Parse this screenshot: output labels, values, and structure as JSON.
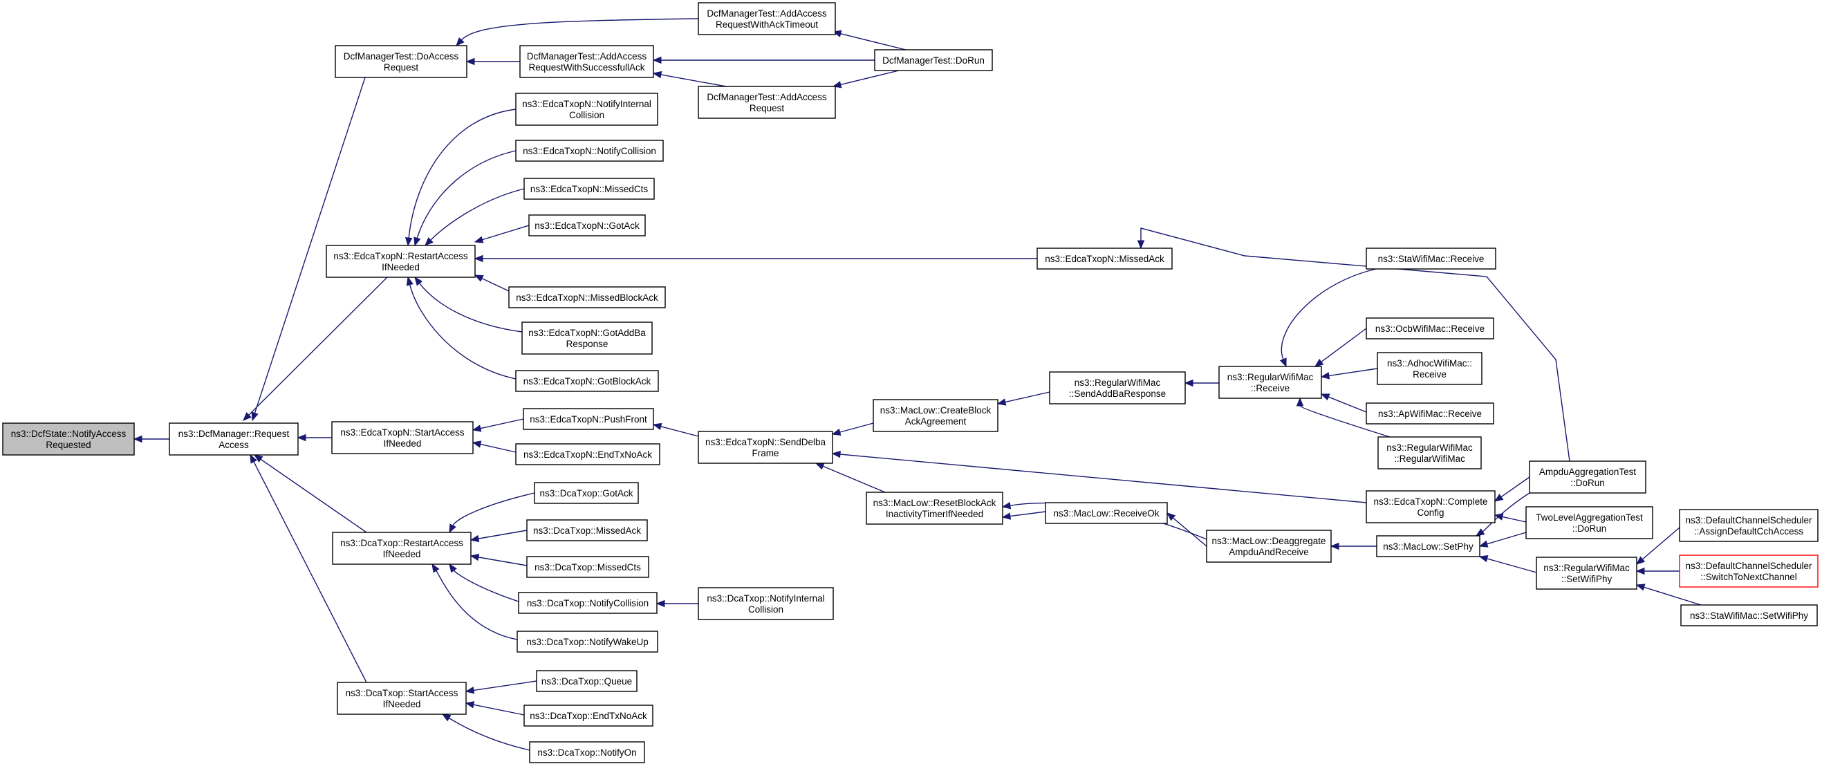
{
  "diagram": {
    "type": "call-graph",
    "colors": {
      "edge": "#191970",
      "root_fill": "#bfbfbf",
      "highlight_border": "#ff0000",
      "border": "#000000"
    },
    "nodes": [
      {
        "id": "root",
        "lines": [
          "ns3::DcfState::NotifyAccess",
          "Requested"
        ],
        "style": "root"
      },
      {
        "id": "dcfreq",
        "lines": [
          "ns3::DcfManager::Request",
          "Access"
        ]
      },
      {
        "id": "tdoacc",
        "lines": [
          "DcfManagerTest::DoAccess",
          "Request"
        ]
      },
      {
        "id": "tacctimeout",
        "lines": [
          "DcfManagerTest::AddAccess",
          "RequestWithAckTimeout"
        ]
      },
      {
        "id": "taccsucc",
        "lines": [
          "DcfManagerTest::AddAccess",
          "RequestWithSuccessfullAck"
        ]
      },
      {
        "id": "taccreq",
        "lines": [
          "DcfManagerTest::AddAccess",
          "Request"
        ]
      },
      {
        "id": "tdorun",
        "lines": [
          "DcfManagerTest::DoRun"
        ]
      },
      {
        "id": "ernotint",
        "lines": [
          "ns3::EdcaTxopN::NotifyInternal",
          "Collision"
        ]
      },
      {
        "id": "ernotcol",
        "lines": [
          "ns3::EdcaTxopN::NotifyCollision"
        ]
      },
      {
        "id": "ermisscts",
        "lines": [
          "ns3::EdcaTxopN::MissedCts"
        ]
      },
      {
        "id": "ergotack",
        "lines": [
          "ns3::EdcaTxopN::GotAck"
        ]
      },
      {
        "id": "erestart",
        "lines": [
          "ns3::EdcaTxopN::RestartAccess",
          "IfNeeded"
        ]
      },
      {
        "id": "ermissack",
        "lines": [
          "ns3::EdcaTxopN::MissedAck"
        ]
      },
      {
        "id": "ermissblock",
        "lines": [
          "ns3::EdcaTxopN::MissedBlockAck"
        ]
      },
      {
        "id": "ergotaddba",
        "lines": [
          "ns3::EdcaTxopN::GotAddBa",
          "Response"
        ]
      },
      {
        "id": "ergotblock",
        "lines": [
          "ns3::EdcaTxopN::GotBlockAck"
        ]
      },
      {
        "id": "estart",
        "lines": [
          "ns3::EdcaTxopN::StartAccess",
          "IfNeeded"
        ]
      },
      {
        "id": "epushfront",
        "lines": [
          "ns3::EdcaTxopN::PushFront"
        ]
      },
      {
        "id": "eendtx",
        "lines": [
          "ns3::EdcaTxopN::EndTxNoAck"
        ]
      },
      {
        "id": "esenddelba",
        "lines": [
          "ns3::EdcaTxopN::SendDelba",
          "Frame"
        ]
      },
      {
        "id": "mcreateblock",
        "lines": [
          "ns3::MacLow::CreateBlock",
          "AckAgreement"
        ]
      },
      {
        "id": "rsendaddba",
        "lines": [
          "ns3::RegularWifiMac",
          "::SendAddBaResponse"
        ]
      },
      {
        "id": "rreceive",
        "lines": [
          "ns3::RegularWifiMac",
          "::Receive"
        ]
      },
      {
        "id": "starecv",
        "lines": [
          "ns3::StaWifiMac::Receive"
        ]
      },
      {
        "id": "ocbrecv",
        "lines": [
          "ns3::OcbWifiMac::Receive"
        ]
      },
      {
        "id": "adhocrecv",
        "lines": [
          "ns3::AdhocWifiMac::",
          "Receive"
        ]
      },
      {
        "id": "aprecv",
        "lines": [
          "ns3::ApWifiMac::Receive"
        ]
      },
      {
        "id": "rctor",
        "lines": [
          "ns3::RegularWifiMac",
          "::RegularWifiMac"
        ]
      },
      {
        "id": "mresetblock",
        "lines": [
          "ns3::MacLow::ResetBlockAck",
          "InactivityTimerIfNeeded"
        ]
      },
      {
        "id": "ecomplete",
        "lines": [
          "ns3::EdcaTxopN::Complete",
          "Config"
        ]
      },
      {
        "id": "ampdurun",
        "lines": [
          "AmpduAggregationTest",
          "::DoRun"
        ]
      },
      {
        "id": "twolevelrun",
        "lines": [
          "TwoLevelAggregationTest",
          "::DoRun"
        ]
      },
      {
        "id": "mreceiveok",
        "lines": [
          "ns3::MacLow::ReceiveOk"
        ]
      },
      {
        "id": "mdeagg",
        "lines": [
          "ns3::MacLow::Deaggregate",
          "AmpduAndReceive"
        ]
      },
      {
        "id": "msetphy",
        "lines": [
          "ns3::MacLow::SetPhy"
        ]
      },
      {
        "id": "rsetphy",
        "lines": [
          "ns3::RegularWifiMac",
          "::SetWifiPhy"
        ]
      },
      {
        "id": "dassign",
        "lines": [
          "ns3::DefaultChannelScheduler",
          "::AssignDefaultCchAccess"
        ]
      },
      {
        "id": "dswitch",
        "lines": [
          "ns3::DefaultChannelScheduler",
          "::SwitchToNextChannel"
        ],
        "style": "red"
      },
      {
        "id": "stasetphy",
        "lines": [
          "ns3::StaWifiMac::SetWifiPhy"
        ]
      },
      {
        "id": "drestart",
        "lines": [
          "ns3::DcaTxop::RestartAccess",
          "IfNeeded"
        ]
      },
      {
        "id": "dgotack",
        "lines": [
          "ns3::DcaTxop::GotAck"
        ]
      },
      {
        "id": "dmissack",
        "lines": [
          "ns3::DcaTxop::MissedAck"
        ]
      },
      {
        "id": "dmisscts",
        "lines": [
          "ns3::DcaTxop::MissedCts"
        ]
      },
      {
        "id": "dnotcol",
        "lines": [
          "ns3::DcaTxop::NotifyCollision"
        ]
      },
      {
        "id": "dnotint",
        "lines": [
          "ns3::DcaTxop::NotifyInternal",
          "Collision"
        ]
      },
      {
        "id": "dwake",
        "lines": [
          "ns3::DcaTxop::NotifyWakeUp"
        ]
      },
      {
        "id": "dstart",
        "lines": [
          "ns3::DcaTxop::StartAccess",
          "IfNeeded"
        ]
      },
      {
        "id": "dqueue",
        "lines": [
          "ns3::DcaTxop::Queue"
        ]
      },
      {
        "id": "dendtx",
        "lines": [
          "ns3::DcaTxop::EndTxNoAck"
        ]
      },
      {
        "id": "dnotifyon",
        "lines": [
          "ns3::DcaTxop::NotifyOn"
        ]
      }
    ],
    "edges": [
      [
        "dcfreq",
        "root"
      ],
      [
        "tdoacc",
        "dcfreq"
      ],
      [
        "erestart",
        "dcfreq"
      ],
      [
        "estart",
        "dcfreq"
      ],
      [
        "drestart",
        "dcfreq"
      ],
      [
        "dstart",
        "dcfreq"
      ],
      [
        "tacctimeout",
        "tdoacc"
      ],
      [
        "taccsucc",
        "tdoacc"
      ],
      [
        "tdorun",
        "tacctimeout"
      ],
      [
        "tdorun",
        "taccsucc"
      ],
      [
        "taccreq",
        "taccsucc"
      ],
      [
        "tdorun",
        "taccreq"
      ],
      [
        "ernotint",
        "erestart"
      ],
      [
        "ernotcol",
        "erestart"
      ],
      [
        "ermisscts",
        "erestart"
      ],
      [
        "ergotack",
        "erestart"
      ],
      [
        "ermissack",
        "erestart"
      ],
      [
        "ermissblock",
        "erestart"
      ],
      [
        "ergotaddba",
        "erestart"
      ],
      [
        "ergotblock",
        "erestart"
      ],
      [
        "ampdurun",
        "ermissack"
      ],
      [
        "epushfront",
        "estart"
      ],
      [
        "eendtx",
        "estart"
      ],
      [
        "esenddelba",
        "epushfront"
      ],
      [
        "mcreateblock",
        "esenddelba"
      ],
      [
        "mresetblock",
        "esenddelba"
      ],
      [
        "ecomplete",
        "esenddelba"
      ],
      [
        "rsendaddba",
        "mcreateblock"
      ],
      [
        "rreceive",
        "rsendaddba"
      ],
      [
        "starecv",
        "rreceive"
      ],
      [
        "ocbrecv",
        "rreceive"
      ],
      [
        "adhocrecv",
        "rreceive"
      ],
      [
        "aprecv",
        "rreceive"
      ],
      [
        "rctor",
        "rreceive"
      ],
      [
        "ampdurun",
        "ecomplete"
      ],
      [
        "twolevelrun",
        "ecomplete"
      ],
      [
        "mreceiveok",
        "mresetblock"
      ],
      [
        "mdeagg",
        "mresetblock"
      ],
      [
        "mdeagg",
        "mreceiveok"
      ],
      [
        "msetphy",
        "mdeagg"
      ],
      [
        "ampdurun",
        "msetphy"
      ],
      [
        "twolevelrun",
        "msetphy"
      ],
      [
        "rsetphy",
        "msetphy"
      ],
      [
        "dassign",
        "rsetphy"
      ],
      [
        "dswitch",
        "rsetphy"
      ],
      [
        "stasetphy",
        "rsetphy"
      ],
      [
        "dgotack",
        "drestart"
      ],
      [
        "dmissack",
        "drestart"
      ],
      [
        "dmisscts",
        "drestart"
      ],
      [
        "dnotcol",
        "drestart"
      ],
      [
        "dwake",
        "drestart"
      ],
      [
        "dnotint",
        "dnotcol"
      ],
      [
        "dqueue",
        "dstart"
      ],
      [
        "dendtx",
        "dstart"
      ],
      [
        "dnotifyon",
        "dstart"
      ]
    ]
  }
}
